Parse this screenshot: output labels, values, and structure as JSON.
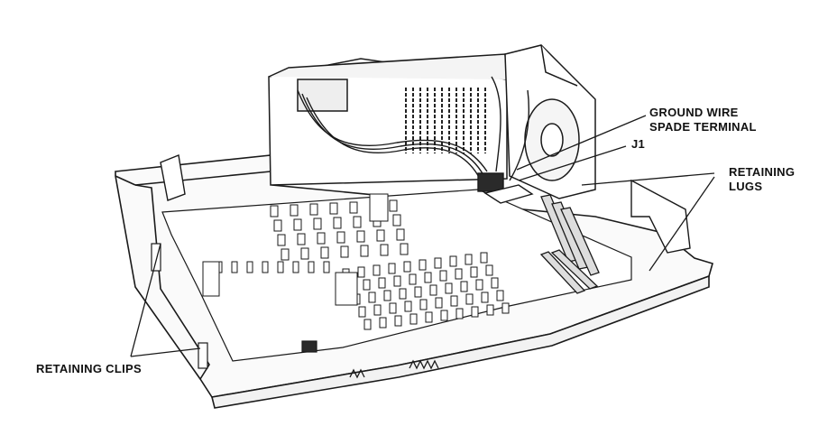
{
  "labels": {
    "ground_wire": [
      "GROUND WIRE",
      "SPADE TERMINAL"
    ],
    "j1": "J1",
    "retaining_lugs": [
      "RETAINING",
      "LUGS"
    ],
    "retaining_clips": "RETAINING CLIPS"
  },
  "colors": {
    "line": "#1a1a1a",
    "background": "#ffffff",
    "chip_fill": "#2a2a2a"
  }
}
